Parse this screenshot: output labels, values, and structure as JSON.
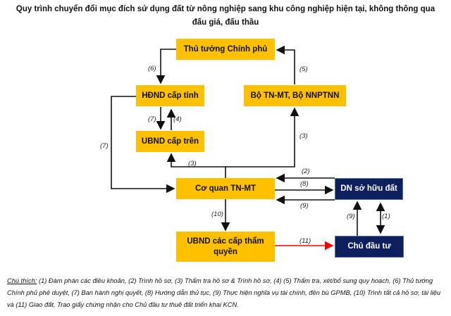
{
  "title": "Quy trình chuyển đổi mục đích sử dụng đất từ nông nghiệp sang khu công nghiệp hiện tại, không thông qua đấu giá, đấu thầu",
  "nodes": {
    "thu_tuong": "Thủ tướng Chính phủ",
    "hdnd": "HĐND cấp tỉnh",
    "bo": "Bộ TN-MT, Bộ NNPTNN",
    "ubnd_tren": "UBND cấp trên",
    "co_quan": "Cơ quan TN-MT",
    "dn": "DN sở hữu đất",
    "ubnd_cac": "UBND các cấp thẩm quyền",
    "chu_dau_tu": "Chủ đầu tư"
  },
  "edge_labels": {
    "e6": "(6)",
    "e5": "(5)",
    "e7a": "(7)",
    "e4": "(4)",
    "e7b": "(7)",
    "e3a": "(3)",
    "e3b": "(3)",
    "e2": "(2)",
    "e8": "(8)",
    "e9a": "(9)",
    "e10": "(10)",
    "e9b": "(9)",
    "e1": "(1)",
    "e11": "(11)"
  },
  "colors": {
    "yellow": "#ffc000",
    "navy": "#0d1f5c",
    "red": "#ff0000"
  },
  "legend": {
    "heading": "Chú thích:",
    "text": " (1) Đàm phán các điều khoản, (2) Trình hồ sơ, (3) Thẩm tra hồ sơ & Trình hồ sơ, (4) (5) Thẩm tra, xét/bổ sung quy hoạch, (6) Thủ tướng Chính phủ phê duyệt, (7) Ban hành nghị quyết, (8) Hướng dẫn thủ tục, (9) Thực hiện nghĩa vụ tài chính, đền bù GPMB, (10) Trình tất cả hồ sơ, tài liệu và (11) Giao đất, Trao giấy chứng nhận cho Chủ đầu tư thuê đất triển khai KCN."
  }
}
